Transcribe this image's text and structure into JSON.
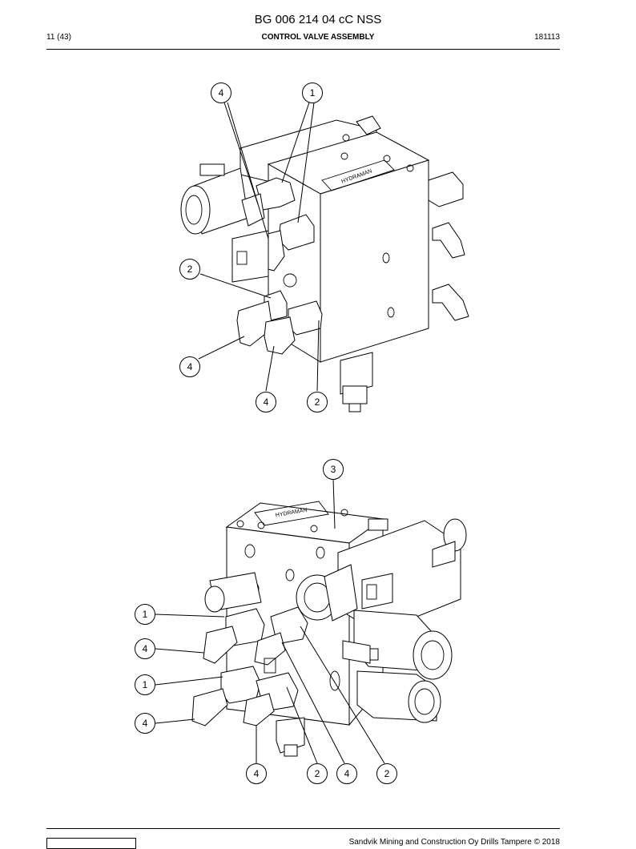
{
  "header": {
    "doc_id": "BG 006 214 04 cC NSS",
    "page": "11 (43)",
    "section_title": "CONTROL VALVE ASSEMBLY",
    "date": "181113"
  },
  "figure_top": {
    "callouts": [
      "4",
      "1",
      "2",
      "4",
      "4",
      "2"
    ],
    "block_label": "HYDRAMAN"
  },
  "figure_bottom": {
    "callouts": [
      "3",
      "1",
      "4",
      "1",
      "4",
      "4",
      "2",
      "4",
      "2"
    ],
    "block_label": "HYDRAMAN"
  },
  "footer": {
    "copyright": "Sandvik Mining and Construction Oy Drills Tampere © 2018"
  }
}
